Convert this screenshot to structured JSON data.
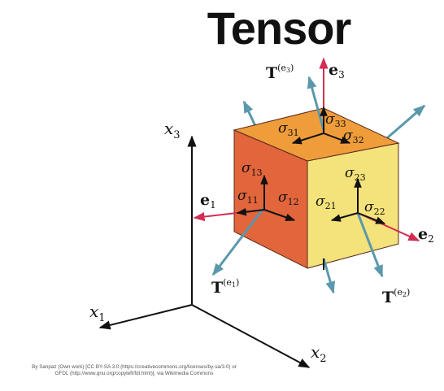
{
  "title": "Tensor",
  "axes": {
    "x1": {
      "main": "x",
      "sub": "1"
    },
    "x2": {
      "main": "x",
      "sub": "2"
    },
    "x3": {
      "main": "x",
      "sub": "3"
    }
  },
  "basis": {
    "e1": {
      "main": "e",
      "sub": "1"
    },
    "e2": {
      "main": "e",
      "sub": "2"
    },
    "e3": {
      "main": "e",
      "sub": "3"
    }
  },
  "traction": {
    "t1": {
      "main": "T",
      "sup": "(e",
      "sub": "1",
      "close": ")"
    },
    "t2": {
      "main": "T",
      "sup": "(e",
      "sub": "2",
      "close": ")"
    },
    "t3": {
      "main": "T",
      "sup": "(e",
      "sub": "3",
      "close": ")"
    }
  },
  "stress": {
    "s11": {
      "main": "σ",
      "sub": "11"
    },
    "s12": {
      "main": "σ",
      "sub": "12"
    },
    "s13": {
      "main": "σ",
      "sub": "13"
    },
    "s21": {
      "main": "σ",
      "sub": "21"
    },
    "s22": {
      "main": "σ",
      "sub": "22"
    },
    "s23": {
      "main": "σ",
      "sub": "23"
    },
    "s31": {
      "main": "σ",
      "sub": "31"
    },
    "s32": {
      "main": "σ",
      "sub": "32"
    },
    "s33": {
      "main": "σ",
      "sub": "33"
    }
  },
  "credit": {
    "line1": "By Sanpaz (Own work) [CC BY-SA 3.0 (https://creativecommons.org/licenses/by-sa/3.0) or",
    "line2": "GFDL (http://www.gnu.org/copyleft/fdl.html)], via Wikimedia Commons"
  },
  "colors": {
    "face_front": "#e2653c",
    "face_right": "#f4e27a",
    "face_top": "#ef9c3a",
    "traction_arrow": "#5b98ac",
    "basis_arrow": "#d22d52"
  }
}
